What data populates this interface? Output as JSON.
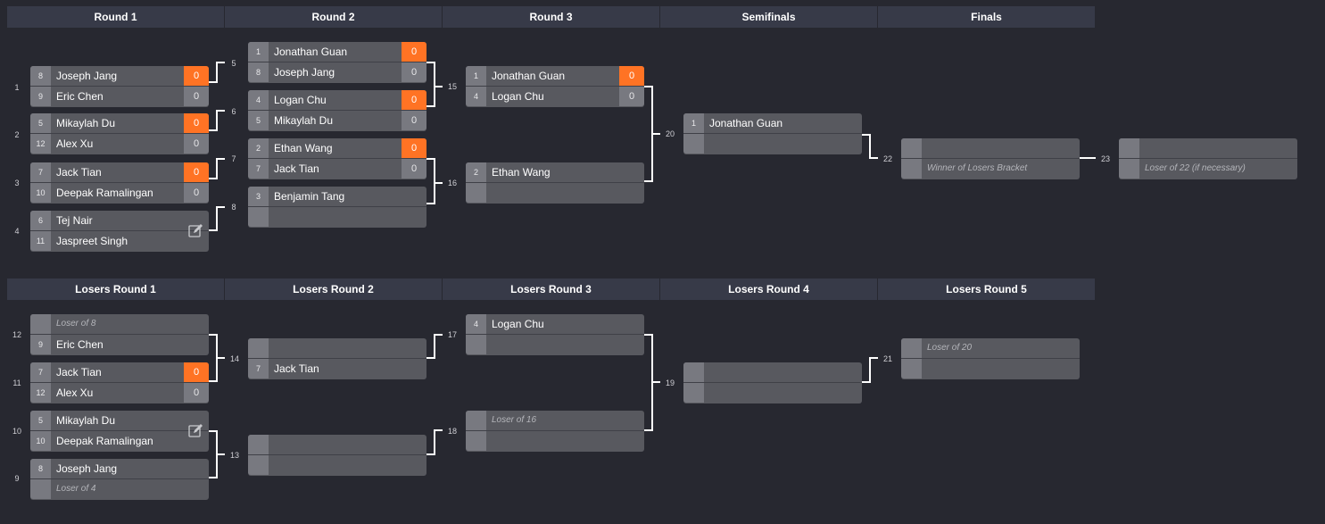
{
  "colors": {
    "background": "#272830",
    "header": "#373a48",
    "match": "#58595f",
    "seed": "#787980",
    "win": "#ff7324",
    "line": "#ffffff"
  },
  "headers_winners": [
    "Round 1",
    "Round 2",
    "Round 3",
    "Semifinals",
    "Finals"
  ],
  "headers_losers": [
    "Losers Round 1",
    "Losers Round 2",
    "Losers Round 3",
    "Losers Round 4",
    "Losers Round 5"
  ],
  "winners": {
    "m1": {
      "num": "1",
      "top": {
        "seed": "8",
        "name": "Joseph Jang",
        "score": "0"
      },
      "bot": {
        "seed": "9",
        "name": "Eric Chen",
        "score": "0"
      }
    },
    "m2": {
      "num": "2",
      "top": {
        "seed": "5",
        "name": "Mikaylah Du",
        "score": "0"
      },
      "bot": {
        "seed": "12",
        "name": "Alex Xu",
        "score": "0"
      }
    },
    "m3": {
      "num": "3",
      "top": {
        "seed": "7",
        "name": "Jack Tian",
        "score": "0"
      },
      "bot": {
        "seed": "10",
        "name": "Deepak Ramalingan",
        "score": "0"
      }
    },
    "m4": {
      "num": "4",
      "top": {
        "seed": "6",
        "name": "Tej Nair"
      },
      "bot": {
        "seed": "11",
        "name": "Jaspreet Singh"
      },
      "edit_icon": "edit-icon"
    },
    "m5": {
      "num": "5",
      "top": {
        "seed": "1",
        "name": "Jonathan Guan",
        "score": "0"
      },
      "bot": {
        "seed": "8",
        "name": "Joseph Jang",
        "score": "0"
      }
    },
    "m6": {
      "num": "6",
      "top": {
        "seed": "4",
        "name": "Logan Chu",
        "score": "0"
      },
      "bot": {
        "seed": "5",
        "name": "Mikaylah Du",
        "score": "0"
      }
    },
    "m7": {
      "num": "7",
      "top": {
        "seed": "2",
        "name": "Ethan Wang",
        "score": "0"
      },
      "bot": {
        "seed": "7",
        "name": "Jack Tian",
        "score": "0"
      }
    },
    "m8": {
      "num": "8",
      "top": {
        "seed": "3",
        "name": "Benjamin Tang"
      },
      "bot": {
        "seed": "",
        "name": ""
      }
    },
    "m15": {
      "num": "15",
      "top": {
        "seed": "1",
        "name": "Jonathan Guan",
        "score": "0"
      },
      "bot": {
        "seed": "4",
        "name": "Logan Chu",
        "score": "0"
      }
    },
    "m16": {
      "num": "16",
      "top": {
        "seed": "2",
        "name": "Ethan Wang"
      },
      "bot": {
        "seed": "",
        "name": ""
      }
    },
    "m20": {
      "num": "20",
      "top": {
        "seed": "1",
        "name": "Jonathan Guan"
      },
      "bot": {
        "seed": "",
        "name": ""
      }
    },
    "m22": {
      "num": "22",
      "top": {
        "seed": "",
        "name": ""
      },
      "bot": {
        "seed": "",
        "name": "Winner of Losers Bracket"
      }
    },
    "m23": {
      "num": "23",
      "top": {
        "seed": "",
        "name": ""
      },
      "bot": {
        "seed": "",
        "name": "Loser of 22 (if necessary)"
      }
    }
  },
  "losers": {
    "m12": {
      "num": "12",
      "top": {
        "seed": "",
        "name": "Loser of 8"
      },
      "bot": {
        "seed": "9",
        "name": "Eric Chen"
      }
    },
    "m11": {
      "num": "11",
      "top": {
        "seed": "7",
        "name": "Jack Tian",
        "score": "0"
      },
      "bot": {
        "seed": "12",
        "name": "Alex Xu",
        "score": "0"
      }
    },
    "m10": {
      "num": "10",
      "top": {
        "seed": "5",
        "name": "Mikaylah Du"
      },
      "bot": {
        "seed": "10",
        "name": "Deepak Ramalingan"
      },
      "edit_icon": "edit-icon"
    },
    "m9": {
      "num": "9",
      "top": {
        "seed": "8",
        "name": "Joseph Jang"
      },
      "bot": {
        "seed": "",
        "name": "Loser of 4"
      }
    },
    "m14": {
      "num": "14",
      "top": {
        "seed": "",
        "name": ""
      },
      "bot": {
        "seed": "7",
        "name": "Jack Tian"
      }
    },
    "m13": {
      "num": "13",
      "top": {
        "seed": "",
        "name": ""
      },
      "bot": {
        "seed": "",
        "name": ""
      }
    },
    "m17": {
      "num": "17",
      "top": {
        "seed": "4",
        "name": "Logan Chu"
      },
      "bot": {
        "seed": "",
        "name": ""
      }
    },
    "m18": {
      "num": "18",
      "top": {
        "seed": "",
        "name": "Loser of 16"
      },
      "bot": {
        "seed": "",
        "name": ""
      }
    },
    "m19": {
      "num": "19",
      "top": {
        "seed": "",
        "name": ""
      },
      "bot": {
        "seed": "",
        "name": ""
      }
    },
    "m21": {
      "num": "21",
      "top": {
        "seed": "",
        "name": "Loser of 20"
      },
      "bot": {
        "seed": "",
        "name": ""
      }
    }
  }
}
